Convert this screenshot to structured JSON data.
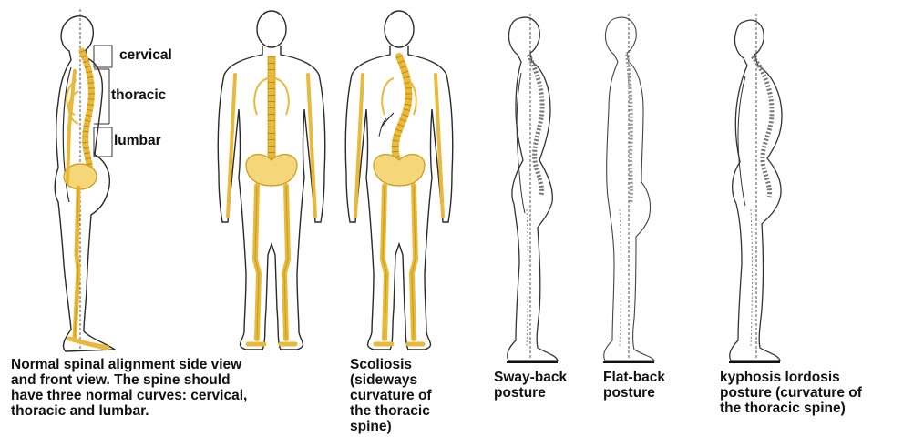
{
  "colors": {
    "bone": "#e8b93a",
    "bone_dark": "#c99a1c",
    "outline": "#2a2a2a",
    "posture_outline": "#333333",
    "text": "#111111"
  },
  "region_labels": {
    "cervical": "cervical",
    "thoracic": "thoracic",
    "lumbar": "lumbar"
  },
  "captions": {
    "normal": "Normal spinal alignment side view\nand front view.  The spine should\nhave three normal curves: cervical,\nthoracic and lumbar.",
    "scoliosis": "Scoliosis\n(sideways\ncurvature of\nthe thoracic\nspine)",
    "swayback": "Sway-back\nposture",
    "flatback": "Flat-back\nposture",
    "kyphosis": "kyphosis lordosis\nposture (curvature of\nthe thoracic spine)"
  },
  "figures": [
    {
      "id": "normal-side",
      "icon": "body-side-view-skeleton-icon"
    },
    {
      "id": "normal-front",
      "icon": "body-front-view-skeleton-icon"
    },
    {
      "id": "scoliosis",
      "icon": "body-back-view-scoliosis-icon"
    },
    {
      "id": "swayback",
      "icon": "body-side-view-swayback-icon"
    },
    {
      "id": "flatback",
      "icon": "body-side-view-flatback-icon"
    },
    {
      "id": "kyphosis",
      "icon": "body-side-view-kyphosis-icon"
    }
  ]
}
